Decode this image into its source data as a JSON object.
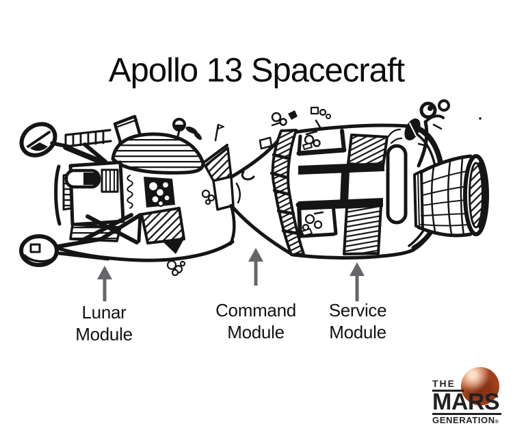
{
  "title": "Apollo 13 Spacecraft",
  "diagram": {
    "illustration": "hand-drawn black ink line drawing of the docked Apollo 13 spacecraft: lunar module (left), command module cone (center), service module cylinder with engine bell (right)",
    "labels": [
      {
        "id": "lunar-module",
        "line1": "Lunar",
        "line2": "Module"
      },
      {
        "id": "command-module",
        "line1": "Command",
        "line2": "Module"
      },
      {
        "id": "service-module",
        "line1": "Service",
        "line2": "Module"
      }
    ]
  },
  "logo": {
    "the": "THE",
    "mars": "MARS",
    "generation": "GENERATION",
    "reg": "®"
  },
  "colors": {
    "background": "#ffffff",
    "ink": "#151515",
    "arrow": "#64666a",
    "logo_text": "#232021",
    "mars_orange": "#b94d22"
  }
}
